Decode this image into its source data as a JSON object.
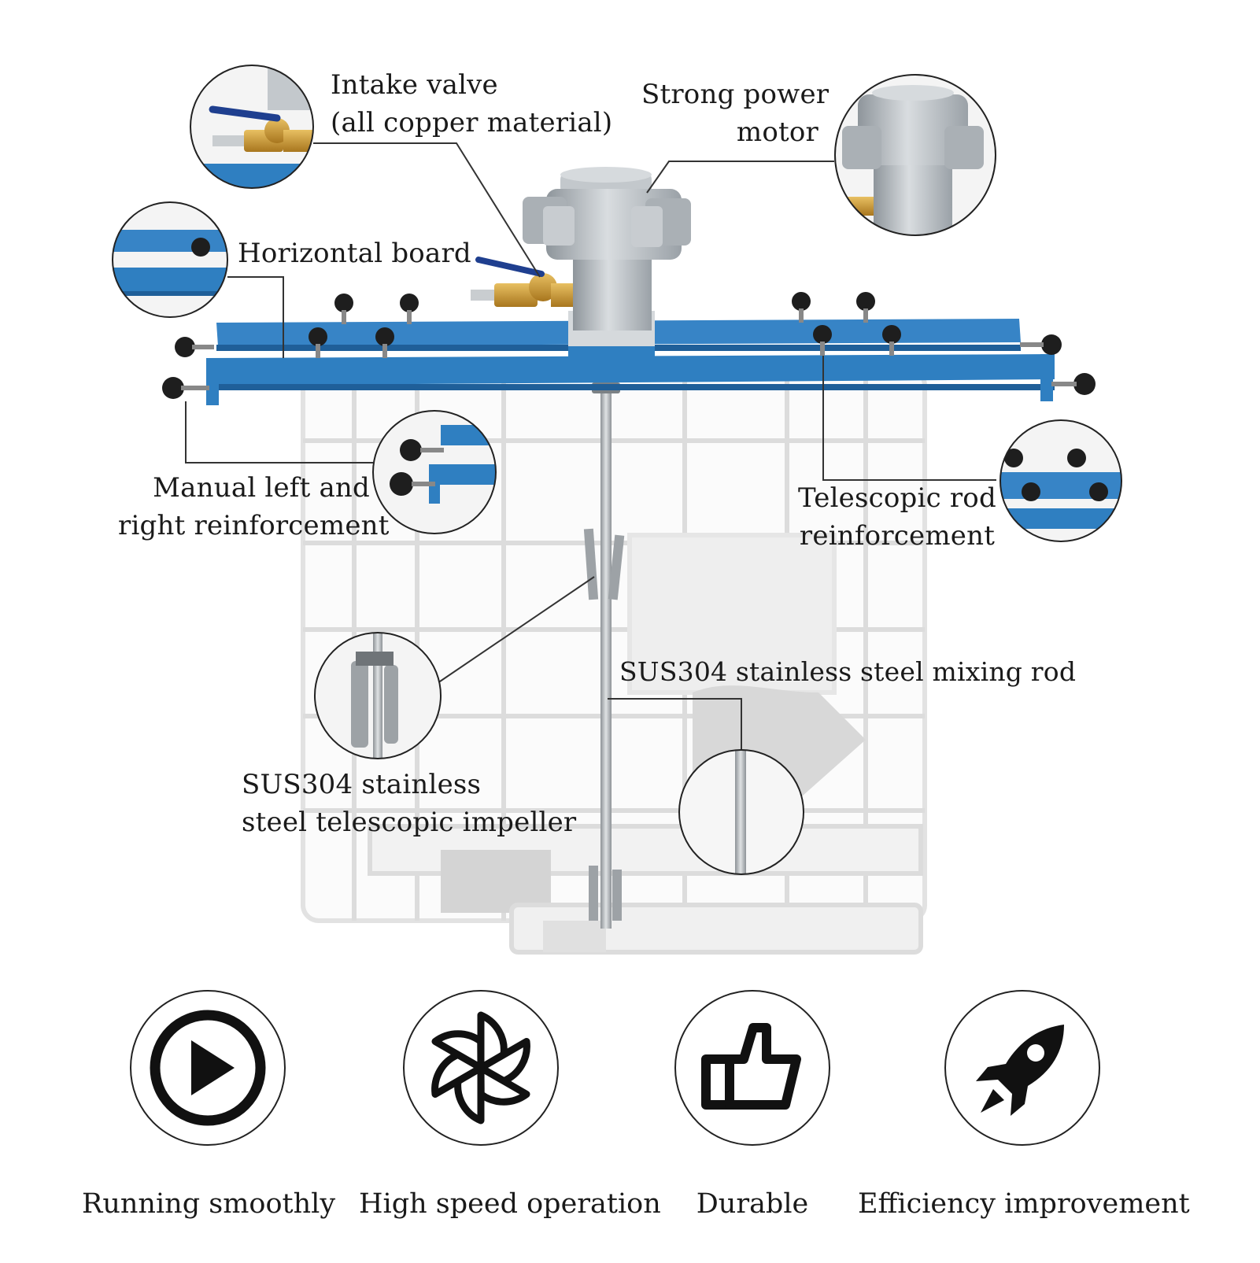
{
  "callouts": {
    "intake_valve": {
      "line1": "Intake valve",
      "line2": "(all copper material)"
    },
    "motor": {
      "line1": "Strong power",
      "line2": "motor"
    },
    "horizontal_board": {
      "label": "Horizontal board"
    },
    "manual_reinforcement": {
      "line1": "Manual left and",
      "line2": "right reinforcement"
    },
    "telescopic_rod": {
      "line1": "Telescopic rod",
      "line2": "reinforcement"
    },
    "mixing_rod": {
      "label": "SUS304 stainless steel mixing rod"
    },
    "impeller": {
      "line1": "SUS304 stainless",
      "line2": "steel telescopic impeller"
    }
  },
  "features": [
    {
      "label": "Running smoothly",
      "icon": "play-icon"
    },
    {
      "label": "High speed operation",
      "icon": "fan-icon"
    },
    {
      "label": "Durable",
      "icon": "thumbs-up-icon"
    },
    {
      "label": "Efficiency improvement",
      "icon": "rocket-icon"
    }
  ],
  "colors": {
    "frame_blue": "#2f7fc1",
    "frame_blue_dark": "#1f5f99",
    "tank_gray": "#e3e3e3",
    "knob_black": "#1e1e1e",
    "brass": "#c8962e",
    "motor_silver": "#b9bec3"
  }
}
